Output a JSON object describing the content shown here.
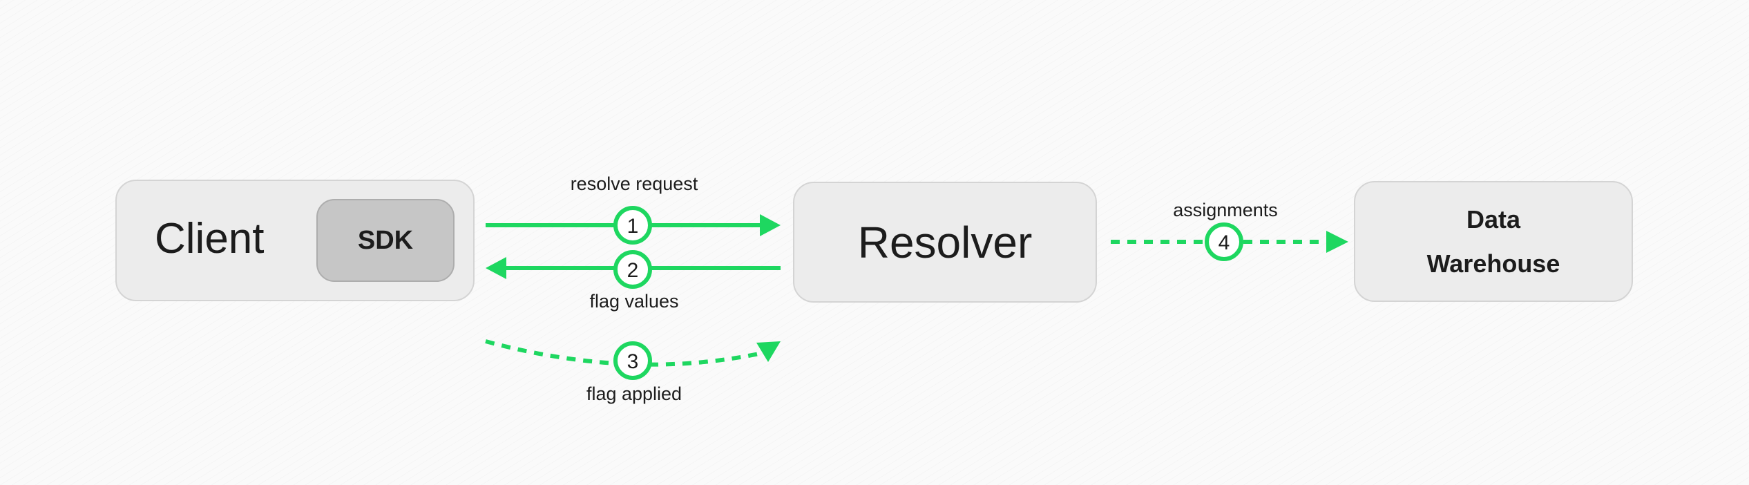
{
  "nodes": {
    "client": {
      "label": "Client"
    },
    "sdk": {
      "label": "SDK"
    },
    "resolver": {
      "label": "Resolver"
    },
    "warehouse": {
      "line1": "Data",
      "line2": "Warehouse"
    }
  },
  "edges": {
    "resolve_request": {
      "step": "1",
      "label": "resolve request"
    },
    "flag_values": {
      "step": "2",
      "label": "flag values"
    },
    "flag_applied": {
      "step": "3",
      "label": "flag applied"
    },
    "assignments": {
      "step": "4",
      "label": "assignments"
    }
  },
  "colors": {
    "accent": "#1ed760",
    "box_fill": "#ececec",
    "box_border": "#d4d4d4",
    "sdk_fill": "#c6c6c6",
    "text": "#1c1c1c"
  }
}
